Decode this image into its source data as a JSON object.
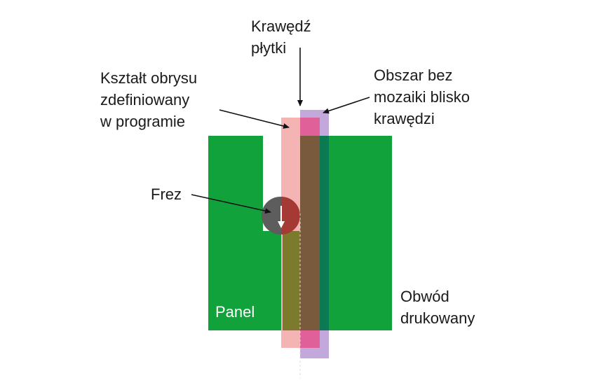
{
  "labels": {
    "board_edge": [
      "Krawędź",
      "płytki"
    ],
    "outline_shape": [
      "Kształt obrysu",
      "zdefiniowany",
      "w programie"
    ],
    "no_mosaic_area": [
      "Obszar bez",
      "mozaiki blisko",
      "krawędzi"
    ],
    "cutter": "Frez",
    "panel": "Panel",
    "printed_circuit": [
      "Obwód",
      "drukowany"
    ]
  },
  "colors": {
    "copper_green": "#12a23c",
    "routed_overlap": "#7a5a3c",
    "outline_band": "#f5b4b4",
    "keepout_band": "#c3a8dc",
    "keepout_overlap": "#e0609a",
    "dark_green": "#0b7a52",
    "cutter": "#5d5d5d",
    "cutter_overlap": "#a53a34",
    "arrow": "#111111"
  }
}
